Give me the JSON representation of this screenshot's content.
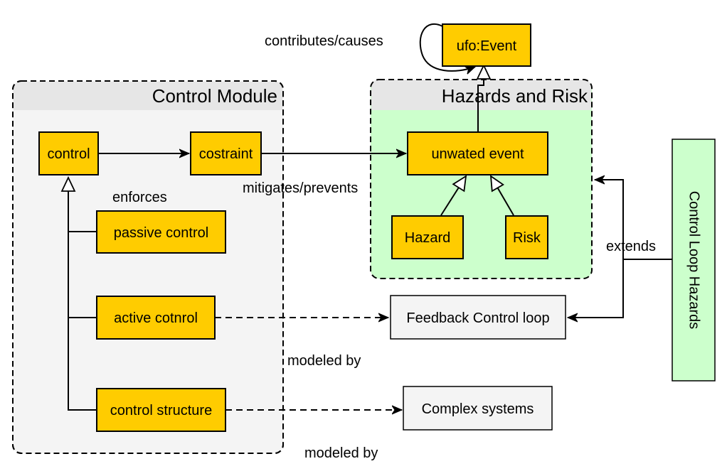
{
  "colors": {
    "node_fill": "#ffcc00",
    "node_stroke": "#000000",
    "group_fill": "#f4f4f4",
    "group_header": "#e6e6e6",
    "hazards_fill": "#ccffcc",
    "plain_fill": "#f4f4f4",
    "side_fill": "#ccffcc"
  },
  "groups": {
    "control_module": {
      "title": "Control Module"
    },
    "hazards_risk": {
      "title": "Hazards and Risk"
    }
  },
  "nodes": {
    "control": "control",
    "costraint": "costraint",
    "passive_control": "passive control",
    "active_control": "active cotnrol",
    "control_structure": "control structure",
    "unwated_event": "unwated event",
    "hazard": "Hazard",
    "risk": "Risk",
    "ufo_event": "ufo:Event",
    "feedback_loop": "Feedback Control loop",
    "complex_systems": "Complex systems",
    "control_loop_hazards": "Control Loop Hazards"
  },
  "edge_labels": {
    "contributes_causes": "contributes/causes",
    "enforces": "enforces",
    "mitigates_prevents": "mitigates/prevents",
    "extends": "extends",
    "modeled_by_1": "modeled by",
    "modeled_by_2": "modeled by"
  }
}
